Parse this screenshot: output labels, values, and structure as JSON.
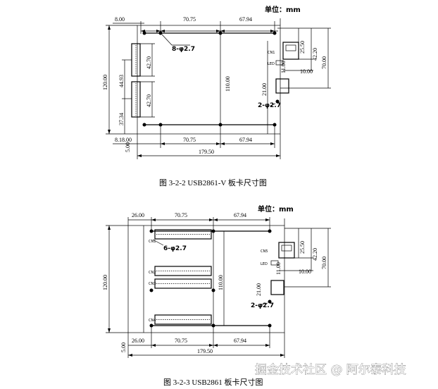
{
  "figure1": {
    "unit": "单位：mm",
    "caption": "图 3-2-2    USB2861-V 板卡尺寸图",
    "dims": {
      "top_left": "8.00",
      "top_mid": "70.75",
      "top_right": "67.94",
      "bot_left": "8.18.00",
      "bot_5": "5.00",
      "bot_mid": "70.75",
      "bot_right": "67.94",
      "total": "179.50",
      "height": "120.00",
      "inner_height": "110.00",
      "left_4493": "44.93",
      "left_3734": "37.34",
      "conn_4270a": "42.70",
      "conn_4270b": "42.70",
      "r_2550": "25.50",
      "r_4220": "42.20",
      "r_7000": "70.00",
      "r_1000": "10.00",
      "r_2100": "21.00",
      "r_1100": "11.00"
    },
    "holes_a": "8-φ2.7",
    "holes_b": "2-φ2.7",
    "cn1": "CN1",
    "led": "LED"
  },
  "figure2": {
    "unit": "单位：mm",
    "caption": "图 3-2-3 USB2861 板卡尺寸图",
    "dims": {
      "top_left": "26.00",
      "top_mid": "70.75",
      "top_right": "67.94",
      "bot_left": "26.00",
      "bot_5": "5.00",
      "bot_mid": "70.75",
      "bot_right": "67.94",
      "total": "179.50",
      "height": "120.00",
      "inner_height": "110.00",
      "r_2550": "25.50",
      "r_4220": "42.20",
      "r_7000": "70.00",
      "r_1000": "10.00",
      "r_2100": "21.00",
      "r_1100": "11.00"
    },
    "holes_a": "6-φ2.7",
    "holes_b": "2-φ2.7",
    "cn": [
      "CN1",
      "CN2",
      "CN3",
      "CN4"
    ],
    "cn5": "CN5",
    "led": "LED"
  },
  "watermark": "掘金技术社区 @ 阿尔泰科技"
}
